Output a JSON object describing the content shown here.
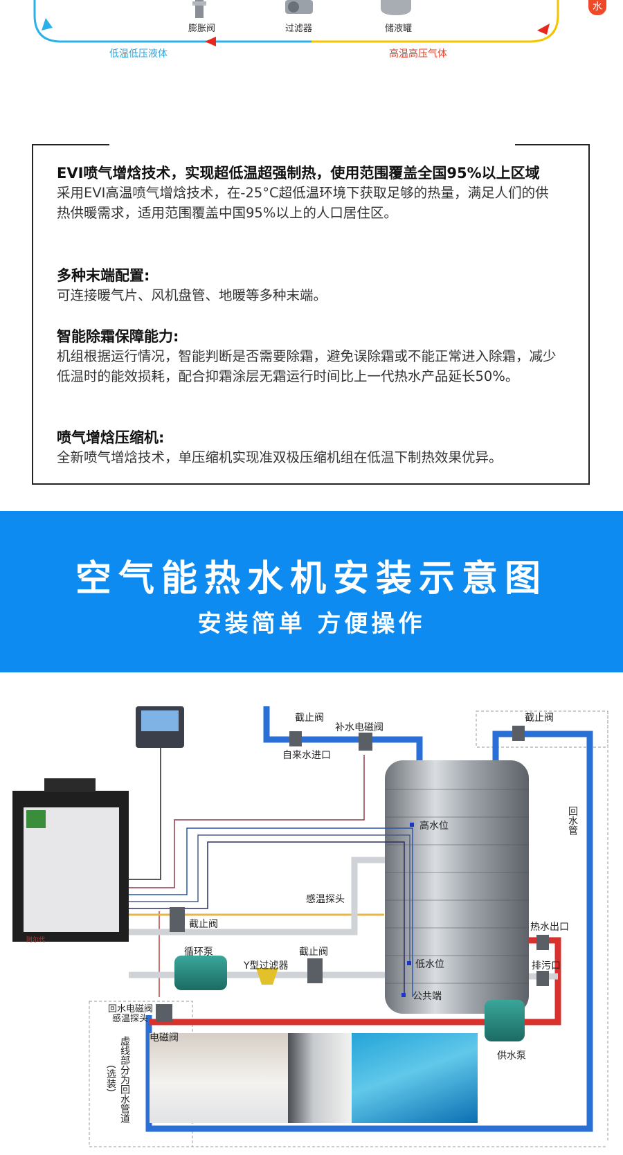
{
  "cycle": {
    "components": [
      "膨胀阀",
      "过滤器",
      "储液罐"
    ],
    "cold_flow": "低温低压液体",
    "hot_flow": "高温高压气体",
    "badge": "水"
  },
  "features": [
    {
      "title": "EVI喷气增焓技术，实现超低温超强制热，使用范围覆盖全国95%以上区域",
      "body": "采用EVI高温喷气增焓技术，在-25°C超低温环境下获取足够的热量，满足人们的供热供暖需求，适用范围覆盖中国95%以上的人口居住区。"
    },
    {
      "title": "多种末端配置:",
      "body": "可连接暖气片、风机盘管、地暖等多种末端。"
    },
    {
      "title": "智能除霜保障能力:",
      "body": "机组根据运行情况，智能判断是否需要除霜，避免误除霜或不能正常进入除霜，减少低温时的能效损耗，配合抑霜涂层无霜运行时间比上一代热水产品延长50%。"
    },
    {
      "title": "喷气增焓压缩机:",
      "body": "全新喷气增焓技术，单压缩机实现准双极压缩机组在低温下制热效果优异。"
    }
  ],
  "banner": {
    "title": "空气能热水机安装示意图",
    "subtitle": "安装简单 方便操作"
  },
  "install": {
    "labels": {
      "shutoff_top": "截止阀",
      "refill_valve": "补水电磁阀",
      "tap_inlet": "自来水进口",
      "shutoff_right": "截止阀",
      "return_pipe": "回水管",
      "high_level": "高水位",
      "temp_probe": "感温探头",
      "shutoff_mid": "截止阀",
      "pump": "循环泵",
      "y_filter": "Y型过滤器",
      "shutoff_low": "截止阀",
      "low_level": "低水位",
      "common": "公共端",
      "hot_outlet": "热水出口",
      "drain": "排污口",
      "return_valve": "回水电磁阀",
      "return_probe": "感温探头",
      "solenoid": "电磁阀",
      "supply_pump": "供水泵",
      "dashed_note": "虚线部分为回水管道",
      "optional": "(选装)"
    },
    "brand": "阿尔代"
  }
}
